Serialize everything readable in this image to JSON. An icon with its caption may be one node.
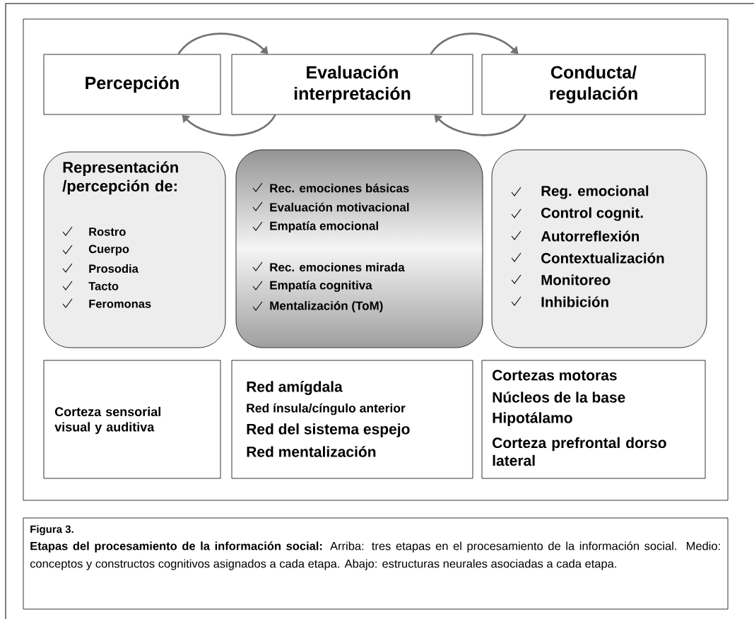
{
  "diagram": {
    "title": "Figura 3.",
    "caption": "**Etapas del procesamiento de la información social:** Arriba: tres etapas en el procesamiento de la información social. Medio: conceptos y constructos cognitivos asignados a cada etapa. Abajo: estructuras neurales asociadas a cada etapa.",
    "nodes": [
      {
        "text": [
          "Percepción"
        ]
      },
      {
        "text": [
          "Evaluación interpretación"
        ]
      },
      {
        "text": [
          "Conducta/ regulación"
        ]
      },
      {
        "text": [
          "Representación /percepción de:",
          "Rostro",
          "Cuerpo",
          "Prosodia",
          "Tacto",
          "Feromonas"
        ]
      },
      {
        "text": [
          "Rec. emociones básicas",
          "Evaluación motivacional",
          "Empatía emocional",
          "Rec. emociones mirada",
          "Empatía cognitiva",
          "Mentalización (ToM)"
        ]
      },
      {
        "text": [
          "Reg. emocional",
          "Control cognit.",
          "Autorreflexión",
          "Contextualización",
          "Monitoreo",
          "Inhibición"
        ]
      },
      {
        "text": [
          "Corteza sensorial visual y auditiva"
        ]
      },
      {
        "text": [
          "Red amígdala",
          "Red ínsula/cíngulo anterior",
          "Red del sistema espejo",
          "Red mentalización"
        ]
      },
      {
        "text": [
          "Cortezas motoras",
          "Núcleos de la base",
          "Hipotálamo",
          "Corteza prefrontal dorso lateral"
        ]
      }
    ],
    "edges": [
      {
        "from": 0,
        "to": 1,
        "arrow": "to"
      },
      {
        "from": 1,
        "to": 2,
        "arrow": "to"
      },
      {
        "from": 1,
        "to": 0,
        "arrow": "to"
      },
      {
        "from": 2,
        "to": 1,
        "arrow": "to"
      }
    ]
  }
}
